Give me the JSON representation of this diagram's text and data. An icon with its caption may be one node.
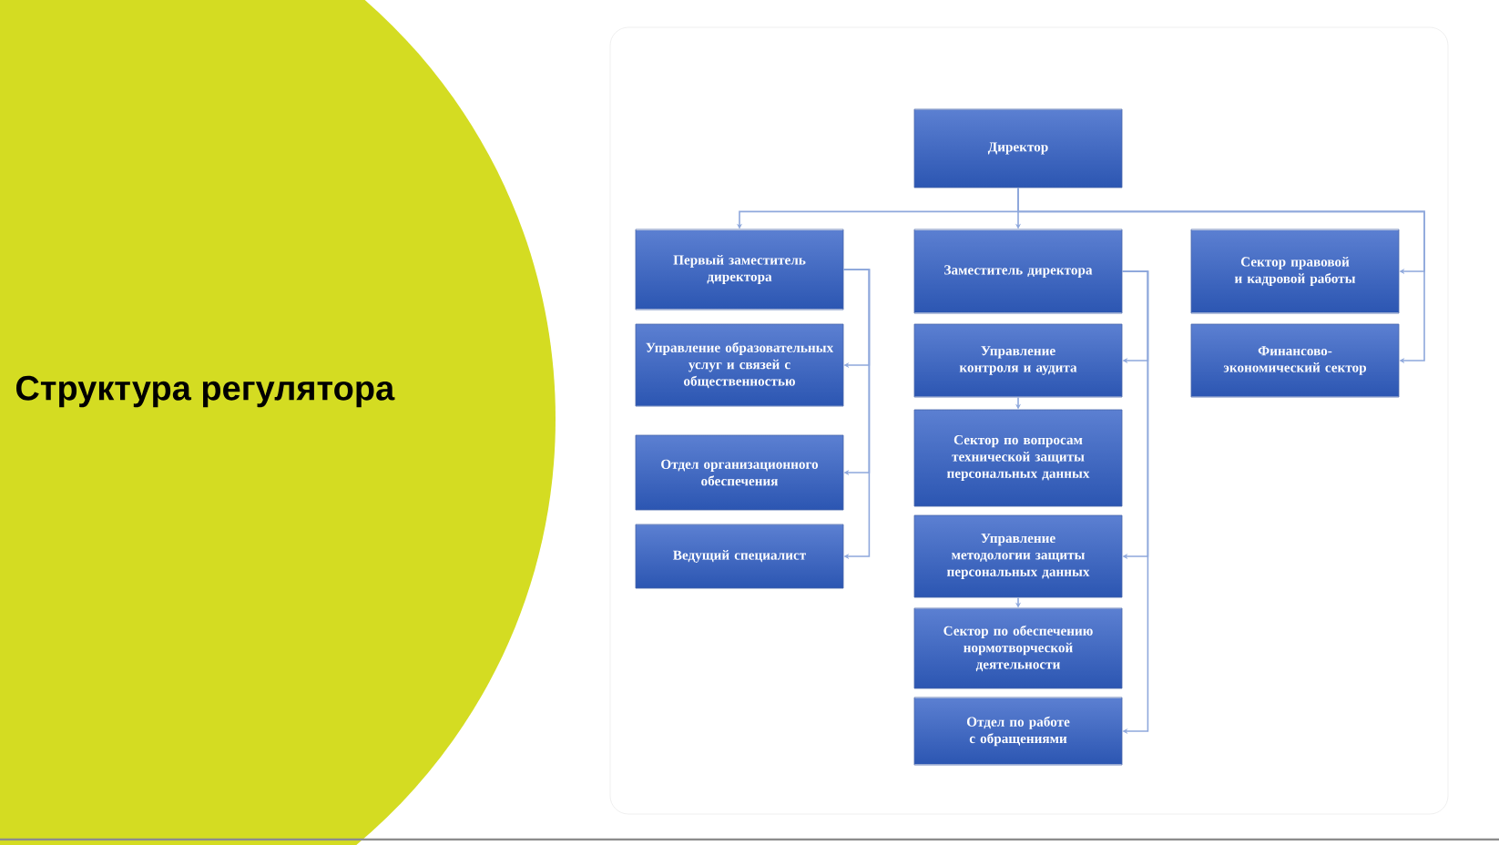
{
  "diagram": {
    "title": "Структура регулятора",
    "nodes": [
      {
        "text": [
          "Директор"
        ]
      },
      {
        "text": [
          "Первый заместитель директора"
        ]
      },
      {
        "text": [
          "Управление образовательных услуг и связей с общественностью"
        ]
      },
      {
        "text": [
          "Отдел организационного обеспечения"
        ]
      },
      {
        "text": [
          "Ведущий специалист"
        ]
      },
      {
        "text": [
          "Заместитель директора"
        ]
      },
      {
        "text": [
          "Управление контроля и аудита"
        ]
      },
      {
        "text": [
          "Сектор по вопросам технической защиты персональных данных"
        ]
      },
      {
        "text": [
          "Управление методологии защиты персональных данных"
        ]
      },
      {
        "text": [
          "Сектор по обеспечению нормотворческой деятельности"
        ]
      },
      {
        "text": [
          "Отдел по работе с обращениями"
        ]
      },
      {
        "text": [
          "Сектор правовой и кадровой работы"
        ]
      },
      {
        "text": [
          "Финансово-экономический сектор"
        ]
      }
    ],
    "edges": [
      {
        "from": 0,
        "to": 1,
        "arrow": "to"
      },
      {
        "from": 0,
        "to": 5,
        "arrow": "to"
      },
      {
        "from": 0,
        "to": 11,
        "arrow": "to"
      },
      {
        "from": 0,
        "to": 12,
        "arrow": "to"
      },
      {
        "from": 1,
        "to": 2,
        "arrow": "to"
      },
      {
        "from": 1,
        "to": 3,
        "arrow": "to"
      },
      {
        "from": 1,
        "to": 4,
        "arrow": "to"
      },
      {
        "from": 5,
        "to": 6,
        "arrow": "to"
      },
      {
        "from": 5,
        "to": 8,
        "arrow": "to"
      },
      {
        "from": 5,
        "to": 10,
        "arrow": "to"
      },
      {
        "from": 6,
        "to": 7,
        "arrow": "to"
      },
      {
        "from": 8,
        "to": 9,
        "arrow": "to"
      }
    ]
  }
}
